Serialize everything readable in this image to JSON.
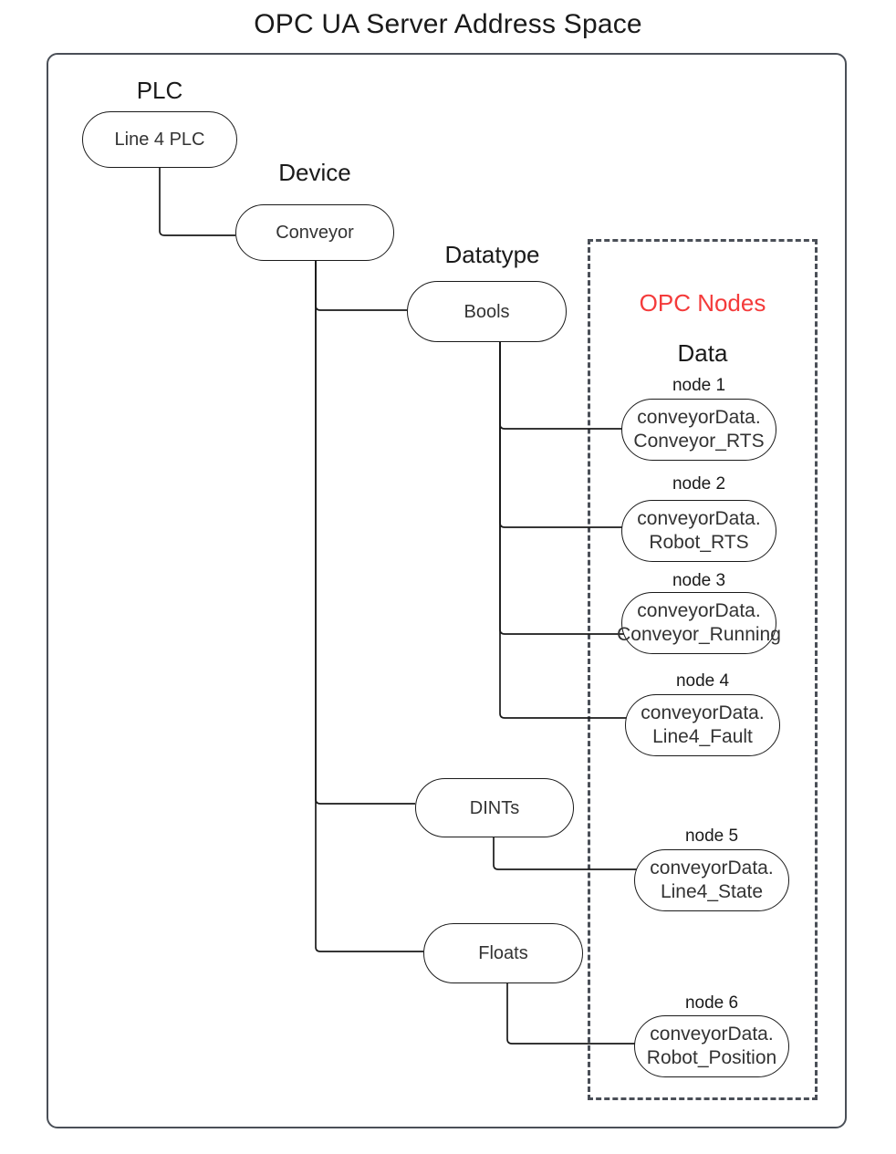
{
  "title": "OPC UA Server Address Space",
  "colors": {
    "accent_red": "#f43b3b",
    "frame": "#4a4f57",
    "node_stroke": "#1a1a1a"
  },
  "captions": {
    "plc": "PLC",
    "device": "Device",
    "datatype": "Datatype",
    "opc_nodes": "OPC Nodes",
    "data": "Data"
  },
  "tree": {
    "plc": {
      "label": "Line 4 PLC"
    },
    "device": {
      "label": "Conveyor"
    },
    "datatypes": [
      {
        "label": "Bools"
      },
      {
        "label": "DINTs"
      },
      {
        "label": "Floats"
      }
    ]
  },
  "opc_nodes": [
    {
      "caption": "node 1",
      "label": "conveyorData.\nConveyor_RTS",
      "datatype": "Bools"
    },
    {
      "caption": "node 2",
      "label": "conveyorData.\nRobot_RTS",
      "datatype": "Bools"
    },
    {
      "caption": "node 3",
      "label": "conveyorData.\nConveyor_Running",
      "datatype": "Bools"
    },
    {
      "caption": "node 4",
      "label": "conveyorData.\nLine4_Fault",
      "datatype": "Bools"
    },
    {
      "caption": "node 5",
      "label": "conveyorData.\nLine4_State",
      "datatype": "DINTs"
    },
    {
      "caption": "node 6",
      "label": "conveyorData.\nRobot_Position",
      "datatype": "Floats"
    }
  ]
}
